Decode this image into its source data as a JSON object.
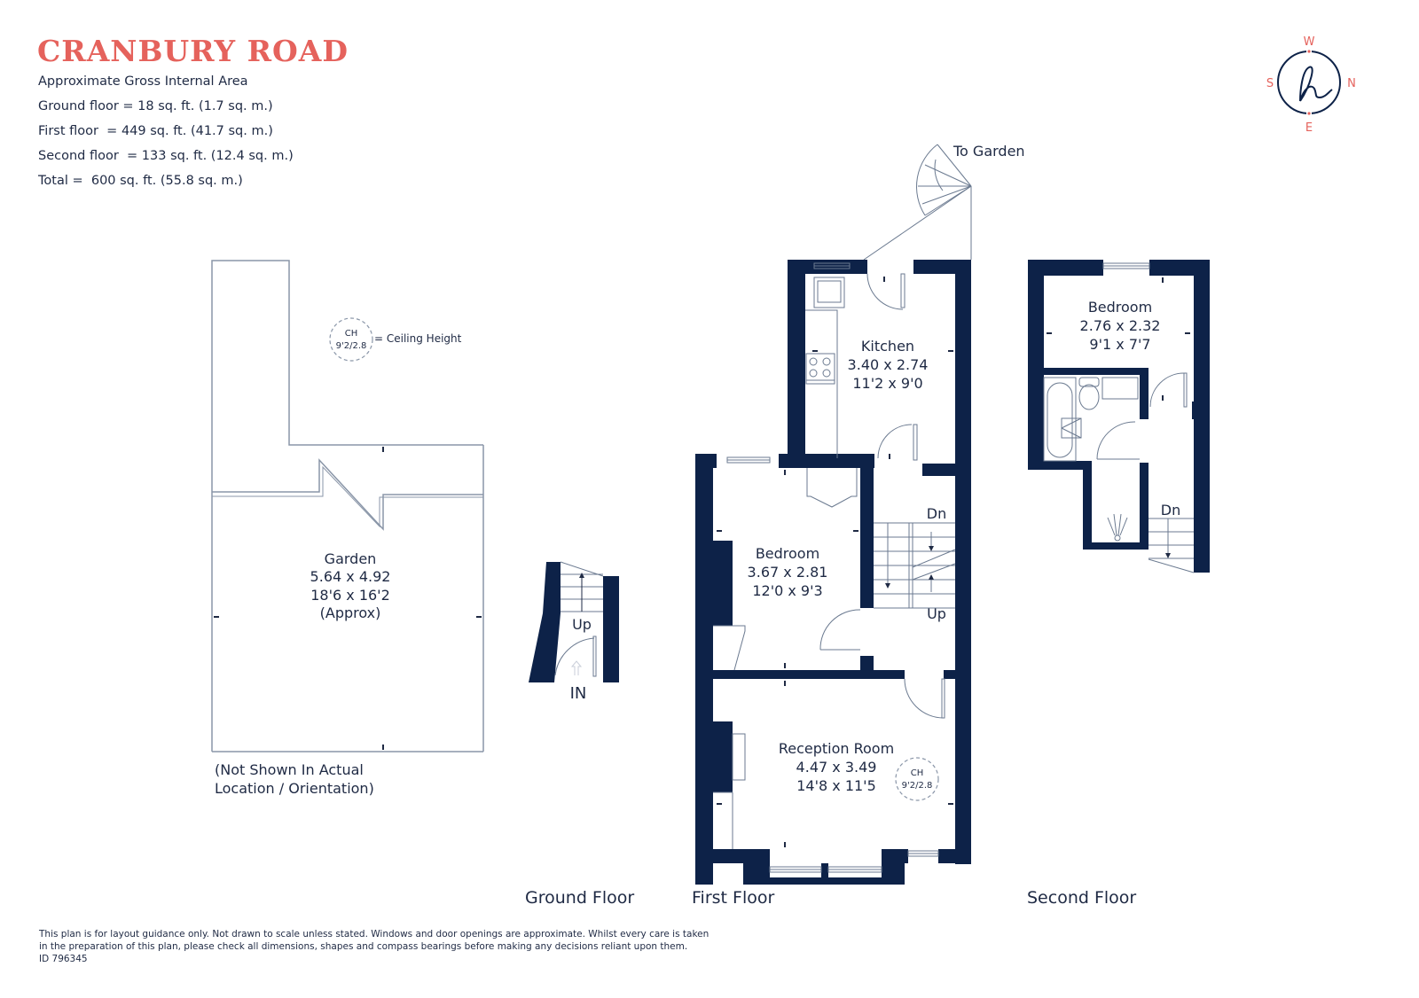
{
  "header": {
    "title": "CRANBURY ROAD",
    "area_heading": "Approximate Gross Internal Area",
    "area_lines": [
      "Ground floor = 18 sq. ft. (1.7 sq. m.)",
      "First floor  = 449 sq. ft. (41.7 sq. m.)",
      "Second floor  = 133 sq. ft. (12.4 sq. m.)",
      "Total =  600 sq. ft. (55.8 sq. m.)"
    ]
  },
  "compass": {
    "logo_letter": "h",
    "top": "W",
    "bottom": "E",
    "left": "S",
    "right": "N",
    "accent_color": "#e5625c",
    "ring_color": "#0d2248"
  },
  "legend": {
    "ch_label": "CH",
    "ch_value": "9'2/2.8",
    "ch_meaning": "= Ceiling Height"
  },
  "garden": {
    "name": "Garden",
    "metric": "5.64 x 4.92",
    "imperial": "18'6 x 16'2",
    "note": "(Approx)",
    "caption_line1": "(Not Shown In Actual",
    "caption_line2": "Location / Orientation)"
  },
  "ground_floor": {
    "stairs_label": "Up",
    "entrance_label": "IN"
  },
  "first_floor": {
    "to_garden": "To Garden",
    "stairs_down": "Dn",
    "stairs_up": "Up",
    "rooms": [
      {
        "name": "Kitchen",
        "metric": "3.40 x 2.74",
        "imperial": "11'2 x 9'0"
      },
      {
        "name": "Bedroom",
        "metric": "3.67 x 2.81",
        "imperial": "12'0 x 9'3"
      },
      {
        "name": "Reception Room",
        "metric": "4.47 x 3.49",
        "imperial": "14'8 x 11'5",
        "ch_label": "CH",
        "ch_value": "9'2/2.8"
      }
    ]
  },
  "second_floor": {
    "stairs_down": "Dn",
    "rooms": [
      {
        "name": "Bedroom",
        "metric": "2.76 x 2.32",
        "imperial": "9'1 x 7'7"
      }
    ]
  },
  "floor_labels": {
    "ground": "Ground Floor",
    "first": "First Floor",
    "second": "Second Floor"
  },
  "footer": {
    "disclaimer_line1": "This plan is for layout guidance only. Not drawn to scale unless stated. Windows and door openings are approximate. Whilst every care is taken",
    "disclaimer_line2": "in the preparation of this plan, please check all dimensions, shapes and compass bearings before making any decisions reliant upon them.",
    "id": "ID 796345"
  },
  "colors": {
    "wall": "#0d2248",
    "line": "#6b7a90",
    "title": "#e5625c",
    "text": "#1f2a44"
  }
}
